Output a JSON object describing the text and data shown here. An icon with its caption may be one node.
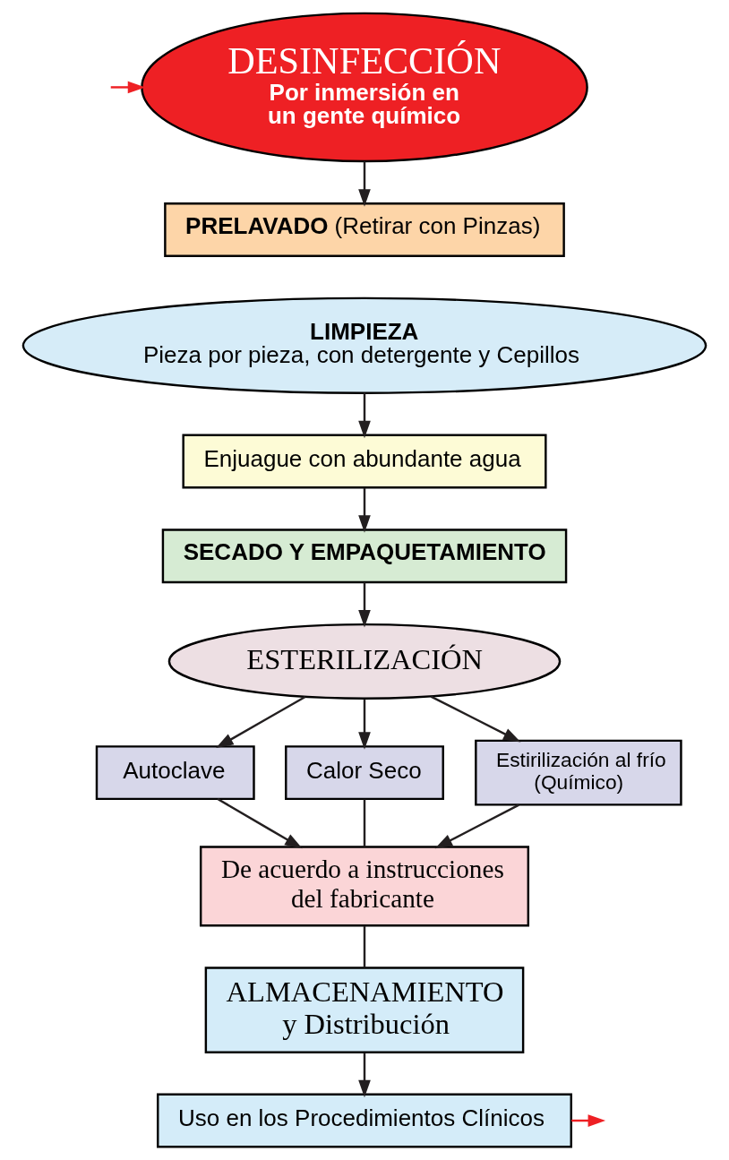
{
  "diagram": {
    "nodes": [
      {
        "text": [
          "DESINFECCIÓN",
          "Por inmersión en un gente químico"
        ]
      },
      {
        "text": [
          "**PRELAVADO** (Retirar con Pinzas)"
        ]
      },
      {
        "text": [
          "LIMPIEZA",
          "Pieza por pieza, con detergente y Cepillos"
        ]
      },
      {
        "text": [
          "Enjuague con abundante agua"
        ]
      },
      {
        "text": [
          "SECADO Y EMPAQUETAMIENTO"
        ]
      },
      {
        "text": [
          "ESTERILIZACIÓN"
        ]
      },
      {
        "text": [
          "Autoclave"
        ]
      },
      {
        "text": [
          "Calor Seco"
        ]
      },
      {
        "text": [
          "Estirilización al frío (Químico)"
        ]
      },
      {
        "text": [
          "De acuerdo a instrucciones del fabricante"
        ]
      },
      {
        "text": [
          "ALMACENAMIENTO y Distribución"
        ]
      },
      {
        "text": [
          "Uso en los Procedimientos Clínicos"
        ]
      }
    ],
    "edges": [
      {
        "from": null,
        "to": 0,
        "arrow": "to",
        "color": "#ee2024"
      },
      {
        "from": 0,
        "to": 1,
        "arrow": "to"
      },
      {
        "from": 2,
        "to": 3,
        "arrow": "to"
      },
      {
        "from": 3,
        "to": 4,
        "arrow": "to"
      },
      {
        "from": 4,
        "to": 5,
        "arrow": "to"
      },
      {
        "from": 5,
        "to": 6,
        "arrow": "to"
      },
      {
        "from": 5,
        "to": 7,
        "arrow": "to"
      },
      {
        "from": 5,
        "to": 8,
        "arrow": "to"
      },
      {
        "from": 6,
        "to": 9,
        "arrow": "to"
      },
      {
        "from": 7,
        "to": 9,
        "arrow": "none"
      },
      {
        "from": 8,
        "to": 9,
        "arrow": "to"
      },
      {
        "from": 9,
        "to": 10,
        "arrow": "none"
      },
      {
        "from": 10,
        "to": 11,
        "arrow": "to"
      },
      {
        "from": 11,
        "to": null,
        "arrow": "to",
        "color": "#ee2024"
      }
    ]
  }
}
